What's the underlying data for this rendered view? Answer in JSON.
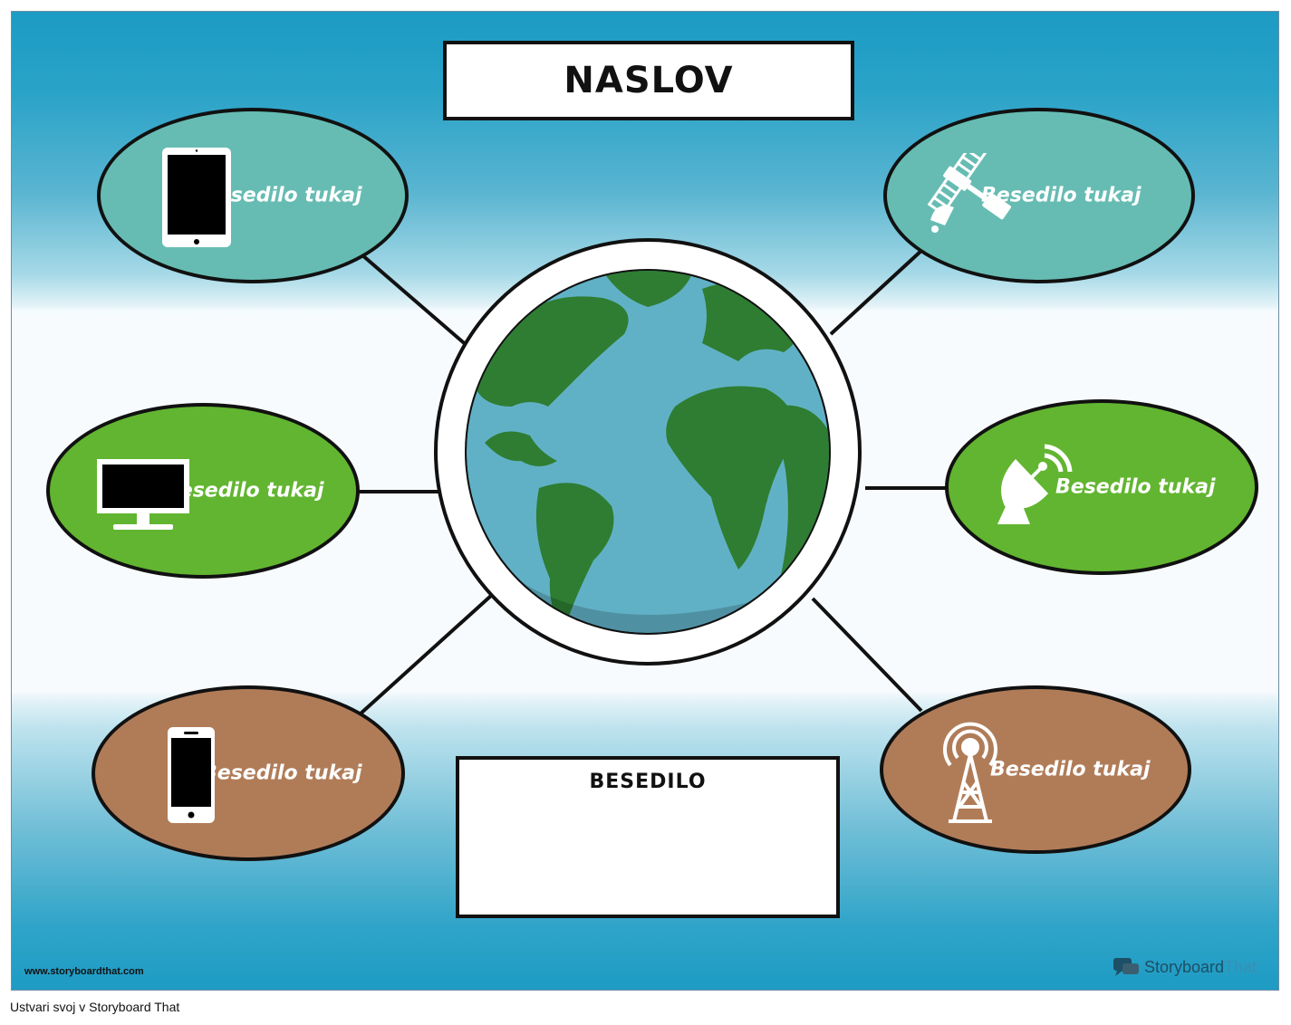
{
  "title": "NASLOV",
  "text_box": {
    "label": "BESEDILO"
  },
  "bubbles": [
    {
      "label": "Besedilo tukaj",
      "icon": "tablet-icon",
      "color": "#66bcb3"
    },
    {
      "label": "Besedilo tukaj",
      "icon": "satellite-icon",
      "color": "#66bcb3"
    },
    {
      "label": "Besedilo tukaj",
      "icon": "monitor-icon",
      "color": "#62b530"
    },
    {
      "label": "Besedilo tukaj",
      "icon": "satellite-dish-icon",
      "color": "#62b530"
    },
    {
      "label": "Besedilo tukaj",
      "icon": "smartphone-icon",
      "color": "#b07c58"
    },
    {
      "label": "Besedilo tukaj",
      "icon": "radio-tower-icon",
      "color": "#b07c58"
    }
  ],
  "center": {
    "icon": "globe-icon"
  },
  "watermark": "www.storyboardthat.com",
  "brand": {
    "part1": "Storyboard",
    "part2": "That"
  },
  "footer_caption": "Ustvari svoj v Storyboard That",
  "colors": {
    "background_top": "#1c9bc4",
    "background_middle": "#f8fbfe",
    "ocean": "#61b1c6",
    "land": "#2e7d32"
  }
}
